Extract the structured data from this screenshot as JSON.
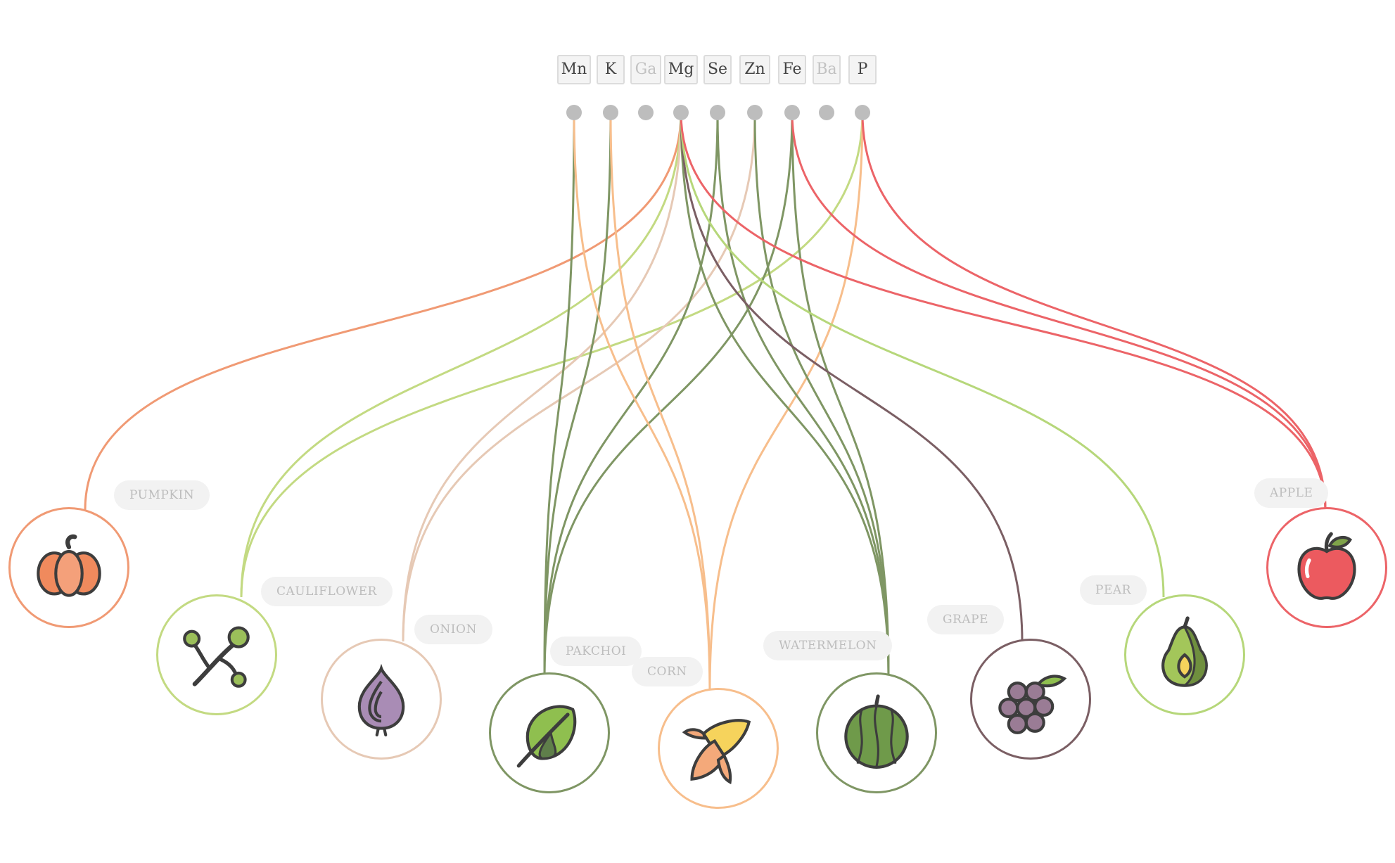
{
  "elements": [
    {
      "symbol": "Mn",
      "active": true
    },
    {
      "symbol": "K",
      "active": true
    },
    {
      "symbol": "Ga",
      "active": false
    },
    {
      "symbol": "Mg",
      "active": true
    },
    {
      "symbol": "Se",
      "active": true
    },
    {
      "symbol": "Zn",
      "active": true
    },
    {
      "symbol": "Fe",
      "active": true
    },
    {
      "symbol": "Ba",
      "active": false
    },
    {
      "symbol": "P",
      "active": true
    }
  ],
  "foods": [
    {
      "label": "PUMPKIN",
      "color": "#f09a74",
      "icon": "pumpkin-icon",
      "elements": [
        "Mg"
      ]
    },
    {
      "label": "CAULIFLOWER",
      "color": "#c3da82",
      "icon": "cauliflower-icon",
      "elements": [
        "Mg",
        "P"
      ]
    },
    {
      "label": "ONION",
      "color": "#e6c9b5",
      "icon": "onion-icon",
      "elements": [
        "Mg",
        "Zn"
      ]
    },
    {
      "label": "PAKCHOI",
      "color": "#7f9664",
      "icon": "pakchoi-icon",
      "elements": [
        "Mn",
        "K",
        "Se",
        "Fe"
      ]
    },
    {
      "label": "CORN",
      "color": "#f7be8c",
      "icon": "corn-icon",
      "elements": [
        "Mn",
        "K",
        "P"
      ]
    },
    {
      "label": "WATERMELON",
      "color": "#7f9664",
      "icon": "watermelon-icon",
      "elements": [
        "Mg",
        "Se",
        "Zn",
        "Fe"
      ]
    },
    {
      "label": "GRAPE",
      "color": "#7b5f64",
      "icon": "grape-icon",
      "elements": [
        "Mg"
      ]
    },
    {
      "label": "PEAR",
      "color": "#b6d77a",
      "icon": "pear-icon",
      "elements": [
        "Mg"
      ]
    },
    {
      "label": "APPLE",
      "color": "#ec6468",
      "icon": "apple-icon",
      "elements": [
        "Mg",
        "Fe",
        "P"
      ]
    }
  ]
}
